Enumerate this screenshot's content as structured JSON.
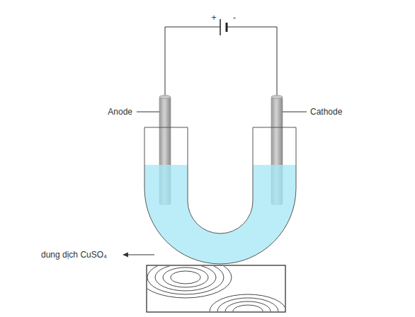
{
  "diagram": {
    "labels": [
      "+",
      "-",
      "Anode",
      "Cathode",
      "dung dịch CuSO₄"
    ]
  }
}
